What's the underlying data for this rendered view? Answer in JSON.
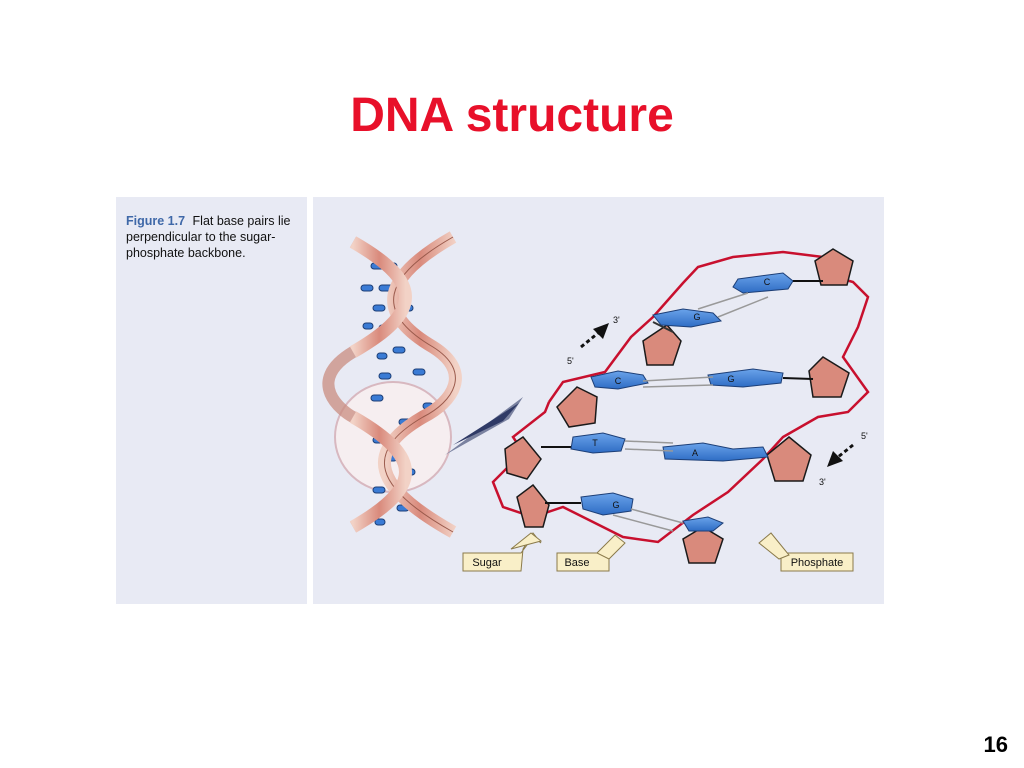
{
  "slide": {
    "title": "DNA structure",
    "page_number": "16"
  },
  "caption": {
    "label": "Figure 1.7",
    "text": "Flat base pairs lie perpendicular to the sugar-phosphate backbone."
  },
  "diagram": {
    "pairs": [
      {
        "left": "G",
        "right": "C"
      },
      {
        "left": "C",
        "right": "G"
      },
      {
        "left": "T",
        "right": "A"
      },
      {
        "left": "G",
        "right": ""
      }
    ],
    "strand_ends": {
      "left_top": "3'",
      "left_bottom": "5'",
      "right_top": "5'",
      "right_bottom": "3'"
    },
    "callouts": [
      "Sugar",
      "Base",
      "Phosphate"
    ]
  },
  "colors": {
    "title": "#e8102a",
    "panel": "#e8eaf4",
    "base": "#3a7bd5",
    "sugar": "#d98a7c",
    "backbone": "#c8102e"
  }
}
